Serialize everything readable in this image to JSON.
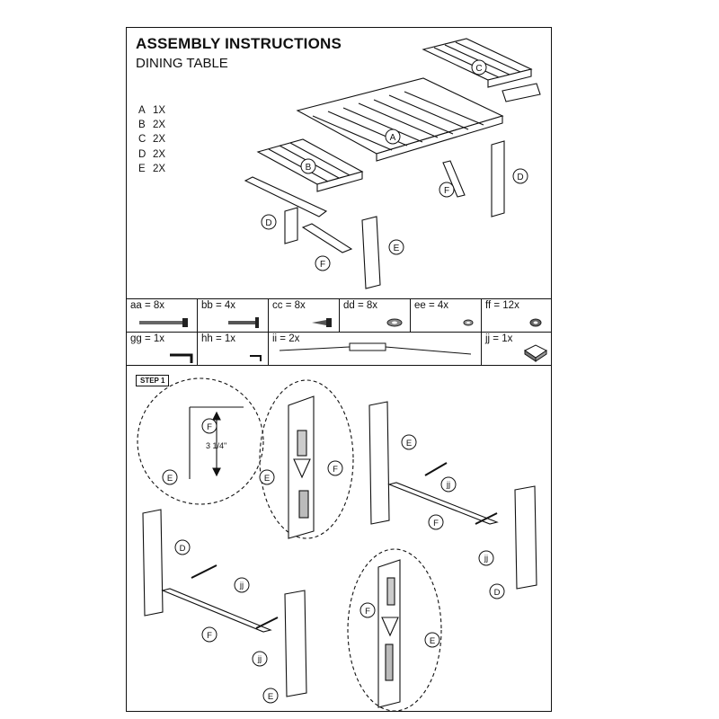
{
  "header": {
    "title": "ASSEMBLY INSTRUCTIONS",
    "subtitle": "DINING TABLE"
  },
  "parts_list": [
    {
      "letter": "A",
      "qty": "1X"
    },
    {
      "letter": "B",
      "qty": "2X"
    },
    {
      "letter": "C",
      "qty": "2X"
    },
    {
      "letter": "D",
      "qty": "2X"
    },
    {
      "letter": "E",
      "qty": "2X"
    }
  ],
  "hardware": {
    "aa": "aa = 8x",
    "bb": "bb = 4x",
    "cc": "cc = 8x",
    "dd": "dd = 8x",
    "ee": "ee = 4x",
    "ff": "ff = 12x",
    "gg": "gg = 1x",
    "hh": "hh = 1x",
    "ii": "ii = 2x",
    "jj": "jj = 1x"
  },
  "callouts": {
    "A": "A",
    "B": "B",
    "C": "C",
    "D": "D",
    "E": "E",
    "F": "F",
    "jj": "jj"
  },
  "step": {
    "label": "STEP 1",
    "dimension": "3 1/4\""
  }
}
